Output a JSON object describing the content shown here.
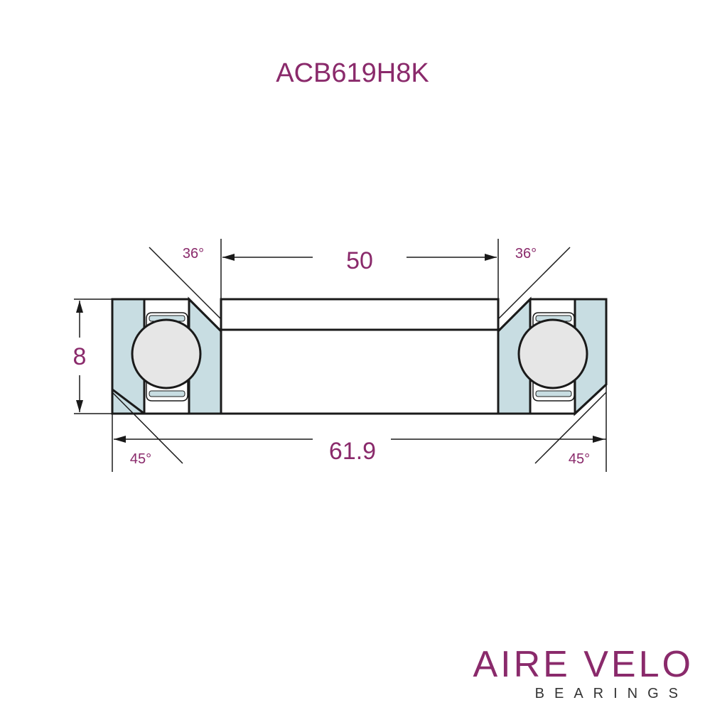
{
  "title": "ACB619H8K",
  "dimensions": {
    "inner_diameter": "50",
    "outer_diameter": "61.9",
    "height": "8"
  },
  "angles": {
    "top_left": "36°",
    "top_right": "36°",
    "bottom_left": "45°",
    "bottom_right": "45°"
  },
  "logo": {
    "main": "AIRE VELO",
    "sub": "BEARINGS"
  },
  "colors": {
    "accent": "#8a2a6b",
    "race_fill": "#c8dde2",
    "ball_fill": "#e6e6e6",
    "line": "#1a1a1a"
  }
}
